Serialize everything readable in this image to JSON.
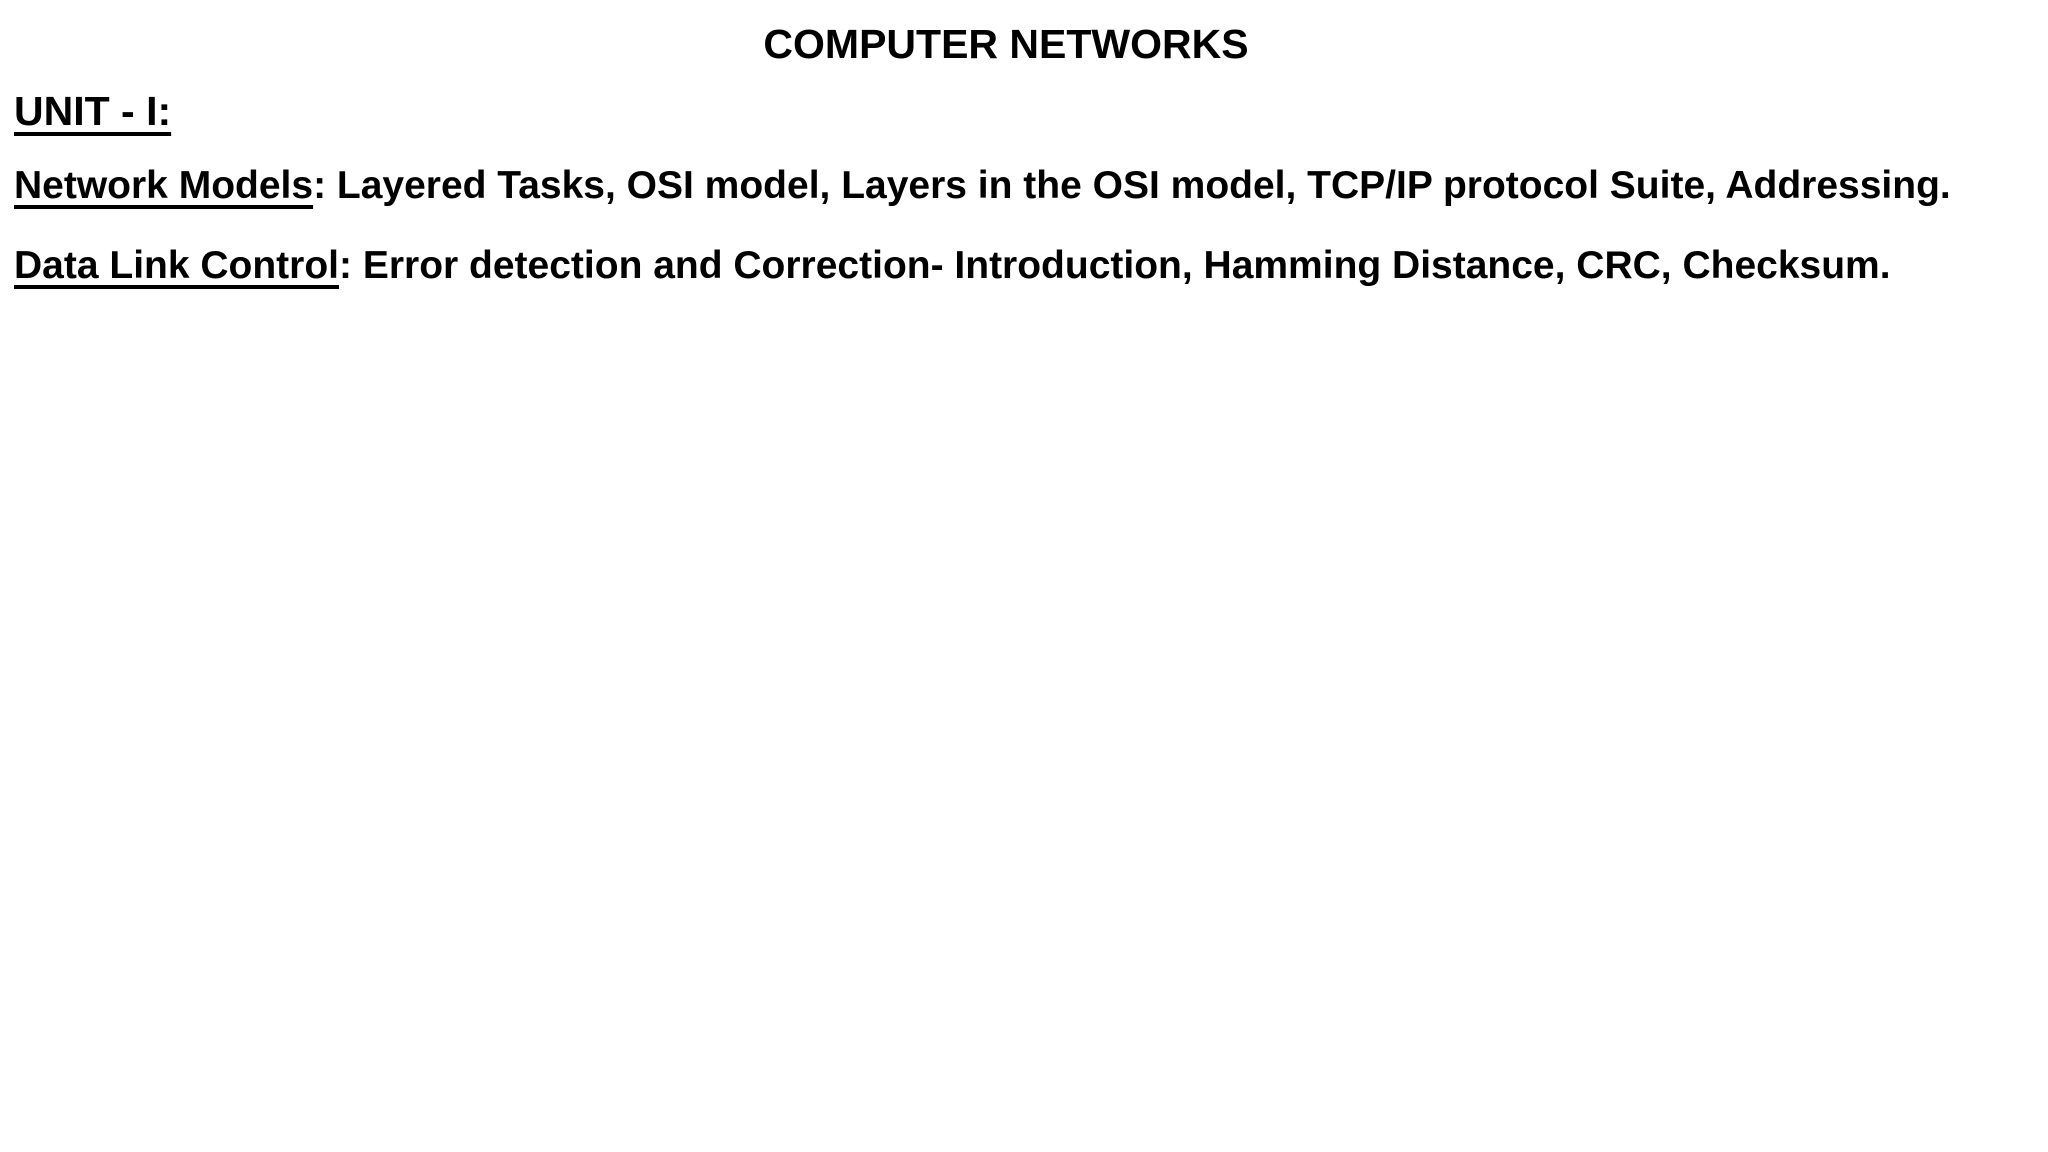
{
  "page": {
    "colors": {
      "background": "#ffffff",
      "text": "#000000"
    },
    "title": "COMPUTER NETWORKS",
    "unit_heading": "UNIT - I:",
    "sections": [
      {
        "term": "Network Models",
        "body": ": Layered Tasks, OSI model, Layers in the OSI model, TCP/IP protocol Suite, Addressing."
      },
      {
        "term": "Data Link Control",
        "body": ": Error detection and Correction- Introduction, Hamming Distance, CRC, Checksum."
      }
    ]
  }
}
